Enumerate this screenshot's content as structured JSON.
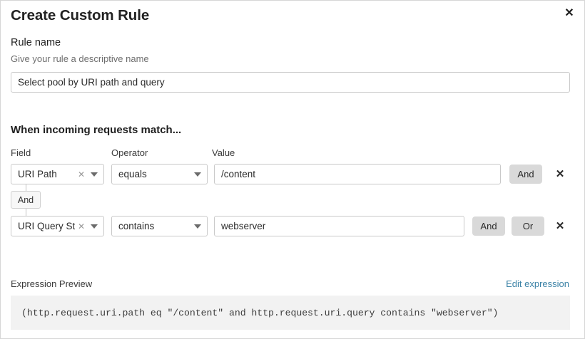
{
  "dialog": {
    "title": "Create Custom Rule",
    "close_icon": "close-icon"
  },
  "rule_name": {
    "label": "Rule name",
    "help": "Give your rule a descriptive name",
    "value": "Select pool by URI path and query",
    "placeholder": "Rule name"
  },
  "match_section": {
    "heading": "When incoming requests match...",
    "columns": {
      "field": "Field",
      "operator": "Operator",
      "value": "Value"
    },
    "connector": {
      "label": "And"
    },
    "conditions": [
      {
        "field": "URI Path",
        "operator": "equals",
        "value": "/content",
        "clear_icon": "clear-icon",
        "caret_icon": "chevron-down-icon",
        "and_label": "And",
        "delete_icon": "delete-icon"
      },
      {
        "field": "URI Query St...",
        "operator": "contains",
        "value": "webserver",
        "clear_icon": "clear-icon",
        "caret_icon": "chevron-down-icon",
        "and_label": "And",
        "or_label": "Or",
        "delete_icon": "delete-icon"
      }
    ]
  },
  "expression_preview": {
    "label": "Expression Preview",
    "edit_link": "Edit expression",
    "expression": "(http.request.uri.path eq \"/content\" and http.request.uri.query contains \"webserver\")"
  },
  "colors": {
    "link": "#3b82a6",
    "logic_button_bg": "#d9d9d9",
    "expression_bg": "#f2f2f2",
    "border": "#c9c9c9"
  }
}
